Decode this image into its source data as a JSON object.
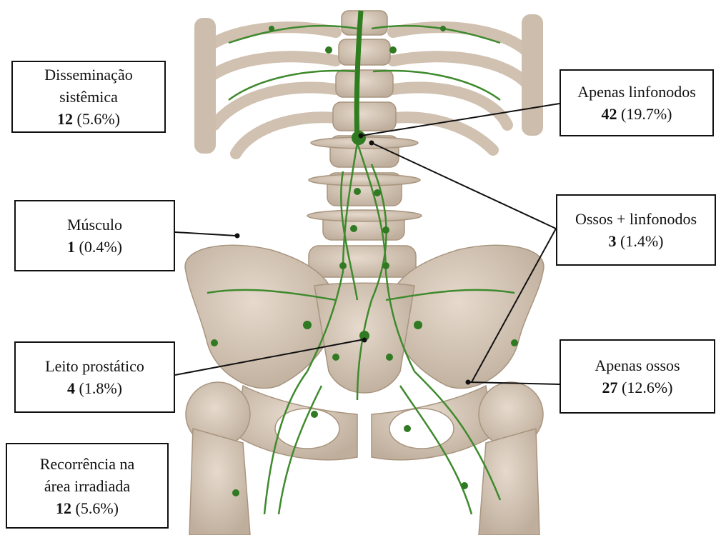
{
  "colors": {
    "bone": "#d9cbbd",
    "bone_shadow": "#b5a392",
    "lymph": "#3f8a2e",
    "lymph_node": "#2f7a22",
    "line": "#111111"
  },
  "boxes": {
    "sistemica": {
      "line1": "Disseminação",
      "line2": "sistêmica",
      "count": "12",
      "pct": "(5.6%)"
    },
    "linfonodos": {
      "line1": "Apenas linfonodos",
      "count": "42",
      "pct": "(19.7%)"
    },
    "musculo": {
      "line1": "Músculo",
      "count": "1",
      "pct": "(0.4%)"
    },
    "ossos_linfonodos": {
      "line1": "Ossos + linfonodos",
      "count": "3",
      "pct": "(1.4%)"
    },
    "leito": {
      "line1": "Leito prostático",
      "count": "4",
      "pct": "(1.8%)"
    },
    "ossos": {
      "line1": "Apenas ossos",
      "count": "27",
      "pct": "(12.6%)"
    },
    "recorrencia": {
      "line1": "Recorrência na",
      "line2": "área irradiada",
      "count": "12",
      "pct": "(5.6%)"
    }
  }
}
